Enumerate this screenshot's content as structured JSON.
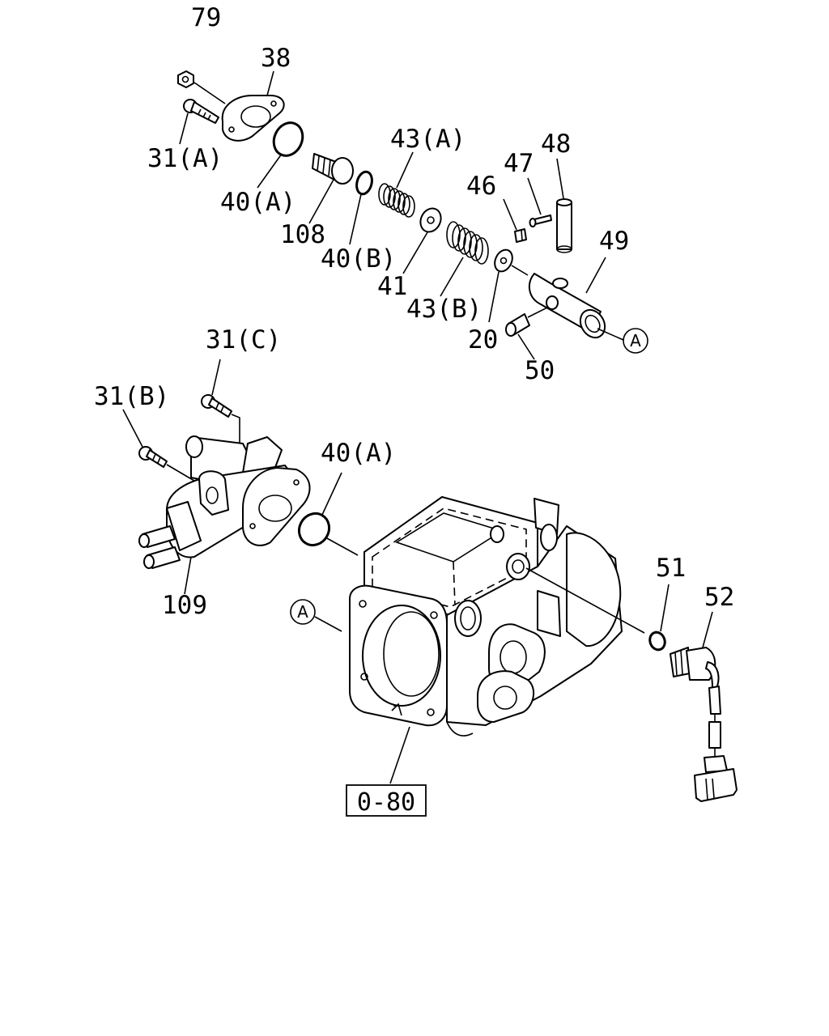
{
  "labels": {
    "p79": "79",
    "p38": "38",
    "p31a": "31(A)",
    "p40a_top": "40(A)",
    "p108": "108",
    "p40b": "40(B)",
    "p43a": "43(A)",
    "p41": "41",
    "p43b": "43(B)",
    "p46": "46",
    "p47": "47",
    "p48": "48",
    "p49": "49",
    "p20": "20",
    "p50": "50",
    "p31c": "31(C)",
    "p31b": "31(B)",
    "p40a_mid": "40(A)",
    "p109": "109",
    "p51": "51",
    "p52": "52",
    "ref_box": "0-80"
  },
  "callouts": {
    "a_top": "A",
    "a_left": "A"
  }
}
